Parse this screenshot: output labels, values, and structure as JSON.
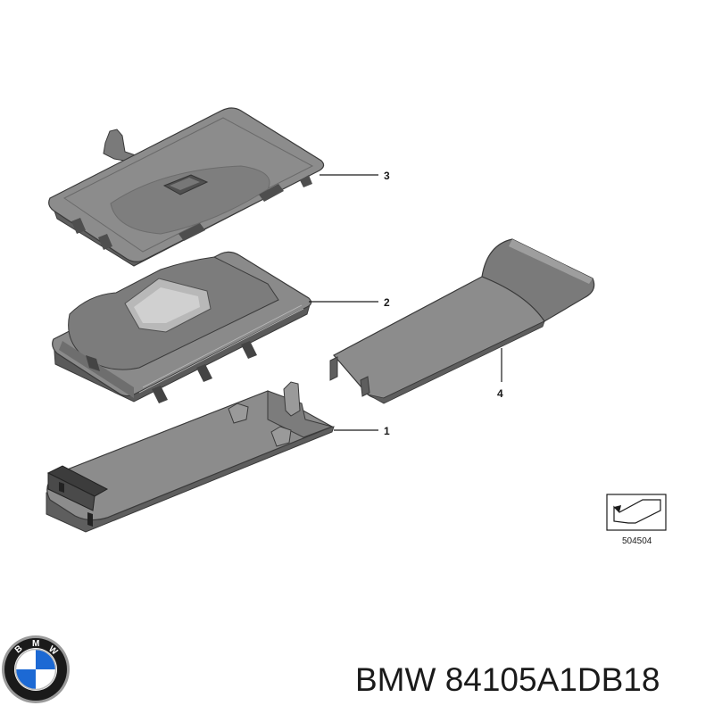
{
  "parts": [
    {
      "number": "1",
      "description": ""
    },
    {
      "number": "2",
      "description": ""
    },
    {
      "number": "3",
      "description": ""
    },
    {
      "number": "4",
      "description": ""
    }
  ],
  "reference_code": "504504",
  "footer": {
    "brand": "BMW",
    "part_number": "84105A1DB18",
    "text": "BMW 84105A1DB18"
  },
  "logo": {
    "letters": [
      "B",
      "M",
      "W"
    ],
    "colors": {
      "blue": "#1c69d4",
      "white": "#ffffff",
      "ring": "#1a1a1a",
      "chrome": "#9a9a9a"
    },
    "icon": "bmw-roundel-icon"
  },
  "colors": {
    "part_fill": "#8c8c8c",
    "part_dark": "#5e5e5e",
    "part_light": "#b5b5b5",
    "outline": "#3a3a3a",
    "text": "#1a1a1a"
  }
}
